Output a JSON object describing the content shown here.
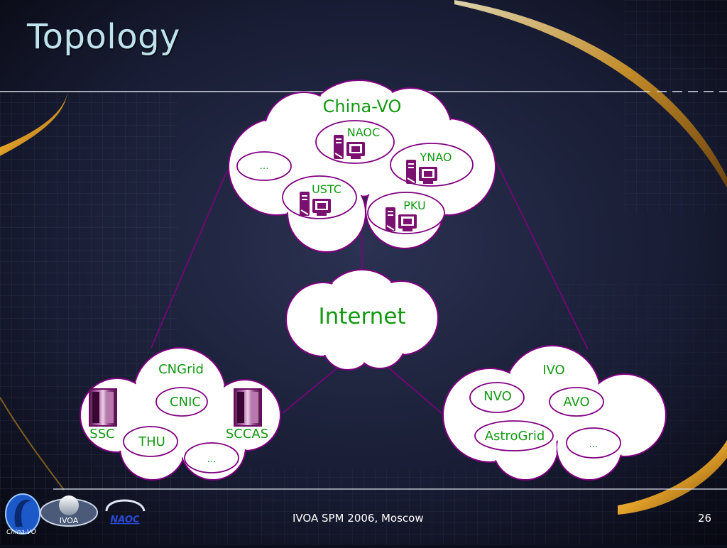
{
  "slide": {
    "title": "Topology",
    "footer": "IVOA SPM 2006, Moscow",
    "page_number": "26"
  },
  "diagram": {
    "china_vo": {
      "label": "China-VO",
      "sites": [
        "NAOC",
        "YNAO",
        "USTC",
        "PKU"
      ],
      "more": "…"
    },
    "internet": {
      "label": "Internet"
    },
    "cngrid": {
      "label": "CNGrid",
      "nodes": [
        "SSC",
        "CNIC",
        "SCCAS",
        "THU"
      ],
      "more": "…"
    },
    "ivo": {
      "label": "IVO",
      "nodes": [
        "NVO",
        "AVO",
        "AstroGrid"
      ],
      "more": "…"
    }
  },
  "logos": {
    "china_vo": "China-VO",
    "ivoa": "IVOA",
    "naoc": "NAOC"
  },
  "colors": {
    "cloud_stroke": "#800080",
    "label_green": "#119911",
    "server_purple": "#7a1070",
    "gold": "#e2a12a",
    "title": "#bfe3ee"
  },
  "icons": [
    "server-icon",
    "monitor-icon",
    "rack-server-icon"
  ]
}
